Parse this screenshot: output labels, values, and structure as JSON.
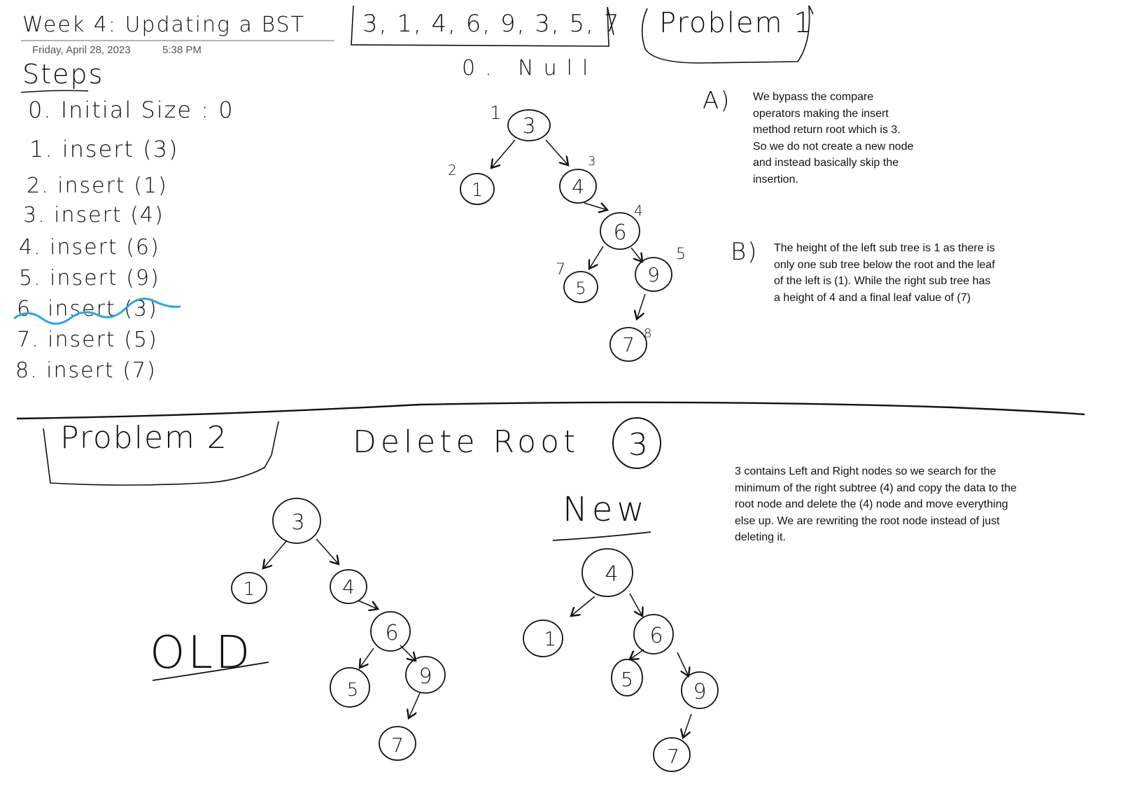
{
  "header": {
    "title": "Week 4: Updating a BST",
    "date": "Friday, April 28, 2023",
    "time": "5:38 PM"
  },
  "sequence": "3, 1, 4, 6, 9, 3, 5, 7",
  "problem1": {
    "label": "Problem 1",
    "step_zero": "0. Null",
    "answer_a_label": "A)",
    "answer_a": "We bypass the compare operators making the insert method return root which is 3. So we do not create a new node and instead basically skip the insertion.",
    "answer_b_label": "B)",
    "answer_b": "The height of the left sub tree is 1 as there is only one sub tree below the root and the leaf of the left is (1). While the right sub tree has a height of 4 and a final leaf value of (7)",
    "tree": {
      "nodes": [
        "3",
        "1",
        "4",
        "6",
        "5",
        "9",
        "7"
      ],
      "step_numbers": [
        "1",
        "2",
        "3",
        "4",
        "7",
        "5",
        "8"
      ]
    }
  },
  "steps": {
    "heading": "Steps",
    "items": [
      "0. Initial Size : 0",
      "1. insert (3)",
      "2. insert (1)",
      "3. insert (4)",
      "4. insert (6)",
      "5. insert (9)",
      "6. insert (3)",
      "7. insert (5)",
      "8. insert (7)"
    ]
  },
  "problem2": {
    "label": "Problem 2",
    "heading": "Delete Root",
    "heading_node": "3",
    "old_label": "OLD",
    "new_label": "New",
    "explanation": "3 contains Left and Right nodes so we search for the minimum of the right subtree (4) and copy the data to the root node and delete the (4) node and move everything else up. We are rewriting the root node instead of just deleting it.",
    "old_tree": {
      "nodes": [
        "3",
        "1",
        "4",
        "6",
        "5",
        "9",
        "7"
      ]
    },
    "new_tree": {
      "nodes": [
        "4",
        "1",
        "6",
        "5",
        "9",
        "7"
      ]
    }
  },
  "colors": {
    "ink": "#111111",
    "strike": "#29a8e0",
    "date": "#555555"
  }
}
